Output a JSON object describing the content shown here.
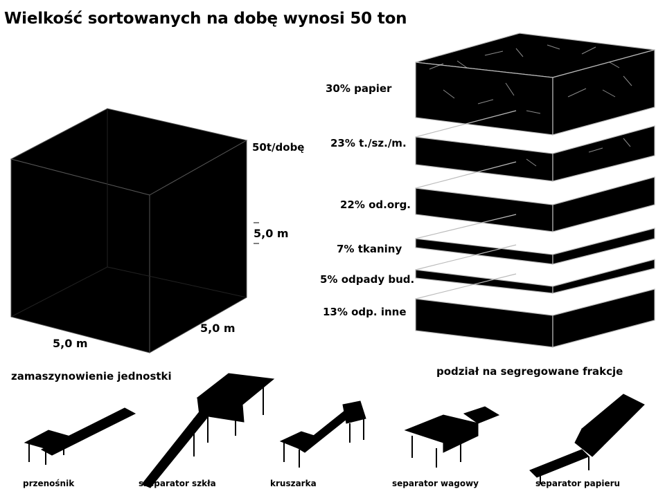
{
  "title": "Wielkość sortowanych  na dobę wynosi 50 ton",
  "cube": {
    "capacity_label": "50t/dobę",
    "height_label": "5,0 m",
    "depth_label": "5,0 m",
    "width_label": "5,0 m"
  },
  "fractions": [
    {
      "label": "30% papier"
    },
    {
      "label": "23% t./sz./m."
    },
    {
      "label": "22% od.org."
    },
    {
      "label": "7% tkaniny"
    },
    {
      "label": "5% odpady bud."
    },
    {
      "label": "13% odp. inne"
    }
  ],
  "left_heading": "zamaszynowienie jednostki",
  "right_heading": "podział na segregowane frakcje",
  "machines": [
    {
      "label": "przenośnik",
      "icon": "conveyor-icon"
    },
    {
      "label": "szeparator szkła",
      "icon": "glass-separator-icon"
    },
    {
      "label": "kruszarka",
      "icon": "crusher-icon"
    },
    {
      "label": "separator wagowy",
      "icon": "weight-separator-icon"
    },
    {
      "label": "separator papieru",
      "icon": "paper-separator-icon"
    }
  ]
}
